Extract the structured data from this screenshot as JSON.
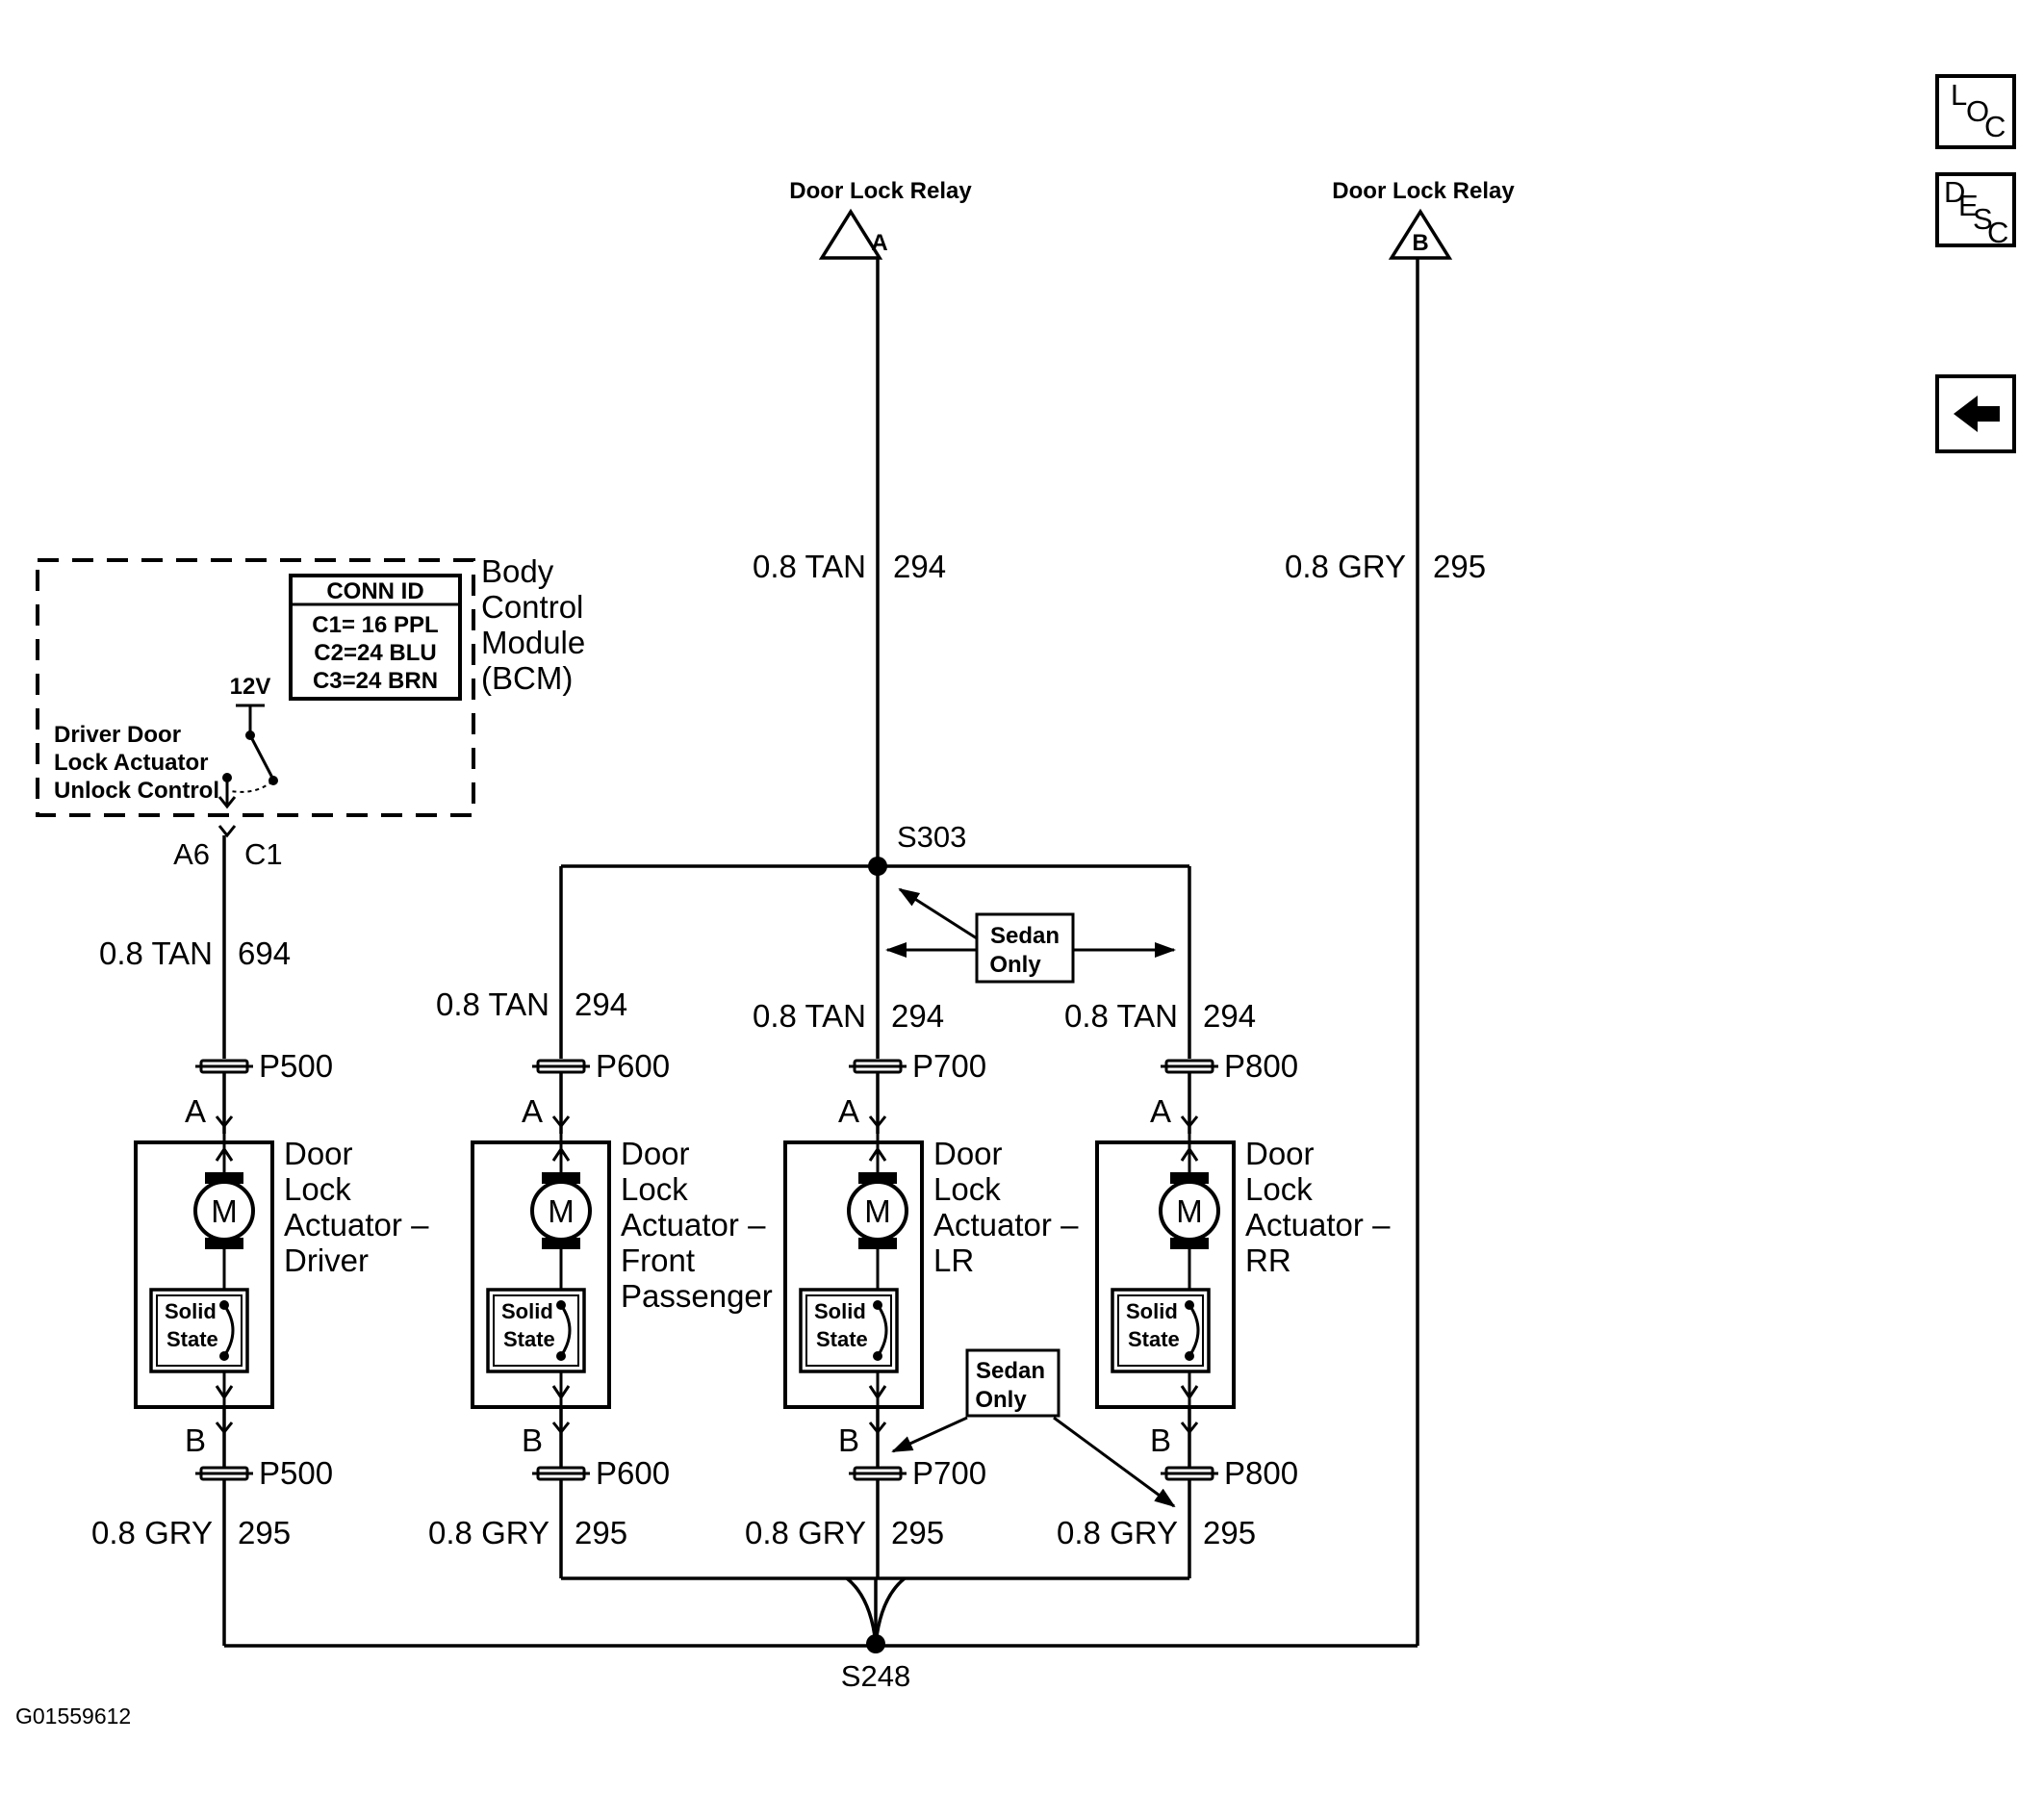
{
  "image_id": "G01559612",
  "nav": {
    "loc_letters": [
      "L",
      "O",
      "C"
    ],
    "desc_letters": [
      "D",
      "E",
      "S",
      "C"
    ],
    "back_icon": "left-arrow-icon"
  },
  "relays": [
    {
      "label": "Door Lock Relay",
      "pin": "A"
    },
    {
      "label": "Door Lock Relay",
      "pin": "B"
    }
  ],
  "bcm": {
    "title_lines": [
      "Body",
      "Control",
      "Module",
      "(BCM)"
    ],
    "conn_id": {
      "header": "CONN ID",
      "rows": [
        "C1= 16 PPL",
        "C2=24 BLU",
        "C3=24 BRN"
      ]
    },
    "supply": "12V",
    "control_lines": [
      "Driver Door",
      "Lock Actuator",
      "Unlock Control"
    ],
    "pin": "A6",
    "connector": "C1"
  },
  "feed_wires": [
    {
      "gauge": "0.8 TAN",
      "circuit": "294"
    },
    {
      "gauge": "0.8 GRY",
      "circuit": "295"
    }
  ],
  "splices": {
    "top": "S303",
    "bottom": "S248"
  },
  "sedan_note": [
    "Sedan",
    "Only"
  ],
  "actuators": [
    {
      "name_lines": [
        "Door",
        "Lock",
        "Actuator –",
        "Driver"
      ],
      "top_wire": {
        "gauge": "0.8 TAN",
        "circuit": "694"
      },
      "connector": "P500",
      "pin_top": "A",
      "pin_bottom": "B",
      "motor": "M",
      "switch_lines": [
        "Solid",
        "State"
      ],
      "bottom_wire": {
        "gauge": "0.8 GRY",
        "circuit": "295"
      }
    },
    {
      "name_lines": [
        "Door",
        "Lock",
        "Actuator –",
        "Front",
        "Passenger"
      ],
      "top_wire": {
        "gauge": "0.8 TAN",
        "circuit": "294"
      },
      "connector": "P600",
      "pin_top": "A",
      "pin_bottom": "B",
      "motor": "M",
      "switch_lines": [
        "Solid",
        "State"
      ],
      "bottom_wire": {
        "gauge": "0.8 GRY",
        "circuit": "295"
      }
    },
    {
      "name_lines": [
        "Door",
        "Lock",
        "Actuator –",
        "LR"
      ],
      "top_wire": {
        "gauge": "0.8 TAN",
        "circuit": "294"
      },
      "connector": "P700",
      "pin_top": "A",
      "pin_bottom": "B",
      "motor": "M",
      "switch_lines": [
        "Solid",
        "State"
      ],
      "bottom_wire": {
        "gauge": "0.8 GRY",
        "circuit": "295"
      }
    },
    {
      "name_lines": [
        "Door",
        "Lock",
        "Actuator –",
        "RR"
      ],
      "top_wire": {
        "gauge": "0.8 TAN",
        "circuit": "294"
      },
      "connector": "P800",
      "pin_top": "A",
      "pin_bottom": "B",
      "motor": "M",
      "switch_lines": [
        "Solid",
        "State"
      ],
      "bottom_wire": {
        "gauge": "0.8 GRY",
        "circuit": "295"
      }
    }
  ]
}
